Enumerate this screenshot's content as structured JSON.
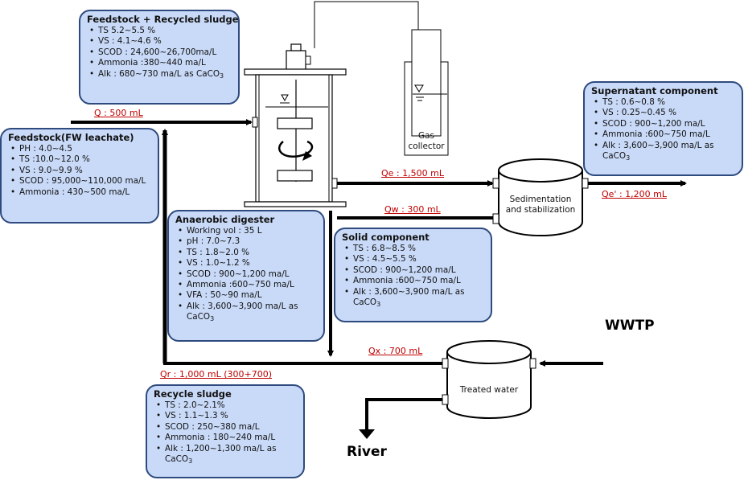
{
  "feedstock_recycled": {
    "title": "Feedstock + Recycled sludge",
    "items": [
      "TS 5.2~5.5 %",
      "VS : 4.1~4.6 %",
      "SCOD : 24,600~26,700ma/L",
      "Ammonia :380~440 ma/L",
      "Alk : 680~730 ma/L as CaCO3"
    ]
  },
  "feedstock_fw": {
    "title": "Feedstock(FW leachate)",
    "items": [
      "PH : 4.0~4.5",
      "TS :10.0~12.0 %",
      "VS : 9.0~9.9 %",
      "SCOD : 95,000~110,000 ma/L",
      "Ammonia : 430~500 ma/L"
    ]
  },
  "anaerobic_digester": {
    "title": "Anaerobic digester",
    "items": [
      "Working vol : 35 L",
      "pH : 7.0~7.3",
      "TS :  1.8~2.0 %",
      "VS : 1.0~1.2 %",
      "SCOD : 900~1,200 ma/L",
      "Ammonia :600~750 ma/L",
      "VFA : 50~90 ma/L",
      "Alk : 3,600~3,900 ma/L as CaCO3"
    ]
  },
  "solid_component": {
    "title": "Solid component",
    "items": [
      "TS : 6.8~8.5 %",
      "VS : 4.5~5.5 %",
      "SCOD : 900~1,200 ma/L",
      "Ammonia :600~750 ma/L",
      "Alk : 3,600~3,900 ma/L as CaCO3"
    ]
  },
  "supernatant_component": {
    "title": "Supernatant component",
    "items": [
      "TS : 0.6~0.8 %",
      "VS : 0.25~0.45 %",
      "SCOD : 900~1,200 ma/L",
      "Ammonia :600~750 ma/L",
      "Alk : 3,600~3,900 ma/L as CaCO3"
    ]
  },
  "recycle_sludge": {
    "title": "Recycle sludge",
    "items": [
      "TS : 2.0~2.1%",
      "VS : 1.1~1.3 %",
      "SCOD : 250~380 ma/L",
      "Ammonia : 180~240 ma/L",
      "Alk : 1,200~1,300 ma/L as CaCO3"
    ]
  },
  "flows": {
    "q": "Q : 500 mL",
    "qe": "Qe : 1,500 mL",
    "qw": "Qw : 300 mL",
    "qe_prime": "Qe' : 1,200 mL",
    "qx": "Qx : 700 mL",
    "qr": "Qr : 1,000 mL (300+700)"
  },
  "units": {
    "gas_collector": "Gas collector",
    "sedimentation": "Sedimentation and stabilization",
    "treated_water": "Treated water",
    "wwtp": "WWTP",
    "river": "River"
  },
  "colors": {
    "box_fill": "#c9daf8",
    "box_border": "#2e4a7e",
    "flow_label": "#c00000",
    "pipe": "#000000"
  }
}
